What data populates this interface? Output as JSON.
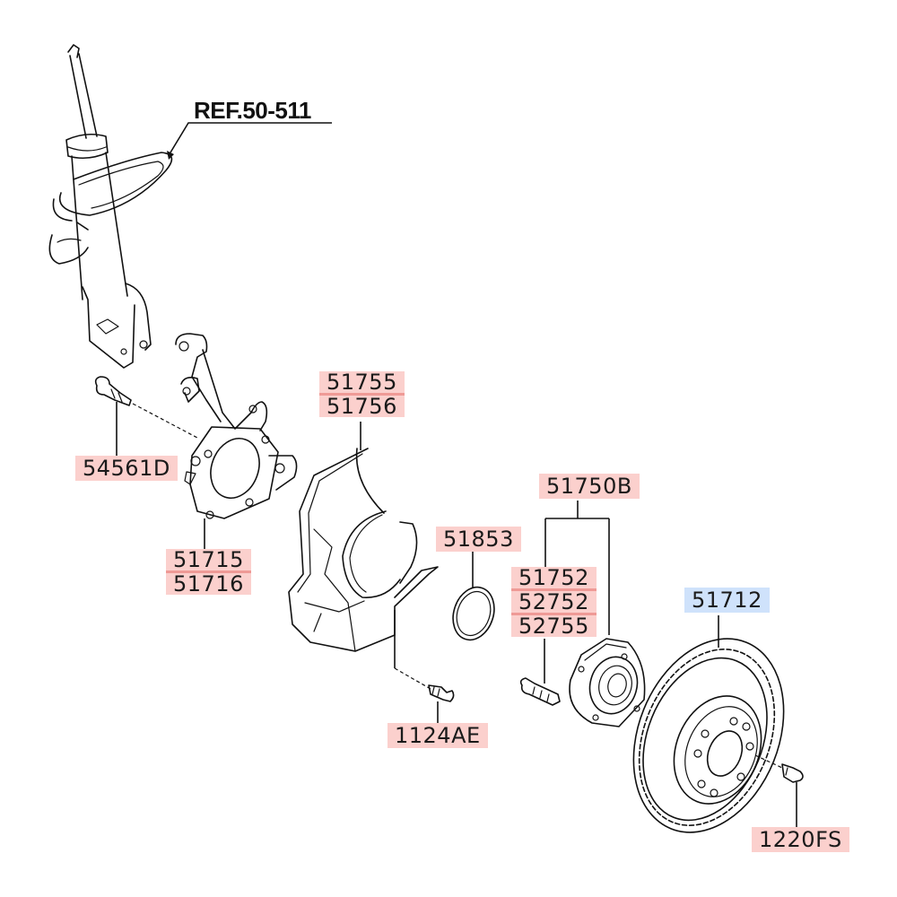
{
  "diagram": {
    "title": "Front suspension / hub exploded parts view",
    "reference": "REF.50-511",
    "colors": {
      "label_highlight": "#fbd0cd",
      "label_highlight_separator": "#ef9a96",
      "label_selected": "#cfe2fb",
      "line_art": "#111111"
    },
    "callouts": [
      {
        "id": "strut",
        "parts": [
          "REF.50-511"
        ],
        "style": "reference"
      },
      {
        "id": "bolt-strut",
        "parts": [
          "54561D"
        ],
        "style": "highlight"
      },
      {
        "id": "knuckle",
        "parts": [
          "51715",
          "51716"
        ],
        "style": "highlight"
      },
      {
        "id": "dust-cover",
        "parts": [
          "51755",
          "51756"
        ],
        "style": "highlight"
      },
      {
        "id": "snap-ring",
        "parts": [
          "51853"
        ],
        "style": "highlight"
      },
      {
        "id": "hub-assembly",
        "parts": [
          "51750B"
        ],
        "style": "highlight"
      },
      {
        "id": "hub-components",
        "parts": [
          "51752",
          "52752",
          "52755"
        ],
        "style": "highlight"
      },
      {
        "id": "dust-cover-bolt",
        "parts": [
          "1124AE"
        ],
        "style": "highlight"
      },
      {
        "id": "brake-disc",
        "parts": [
          "51712"
        ],
        "style": "selected"
      },
      {
        "id": "disc-screw",
        "parts": [
          "1220FS"
        ],
        "style": "highlight"
      }
    ]
  }
}
